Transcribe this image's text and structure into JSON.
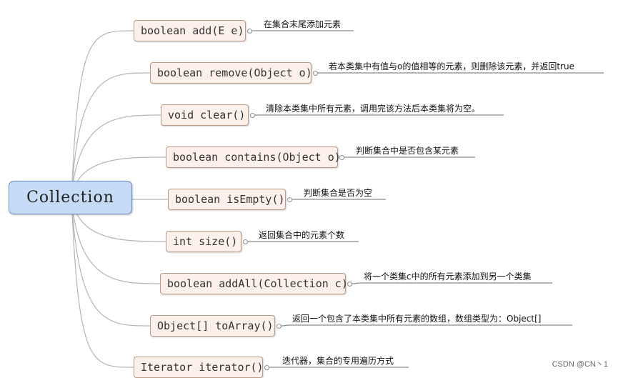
{
  "root": {
    "label": "Collection"
  },
  "methods": [
    {
      "signature": "boolean add(E e)",
      "description": "在集合末尾添加元素"
    },
    {
      "signature": "boolean remove(Object o)",
      "description": "若本类集中有值与o的值相等的元素，则删除该元素，并返回true"
    },
    {
      "signature": "void clear()",
      "description": "清除本类集中所有元素，调用完该方法后本类集将为空。"
    },
    {
      "signature": "boolean contains(Object o)",
      "description": "判断集合中是否包含某元素"
    },
    {
      "signature": "boolean isEmpty()",
      "description": "判断集合是否为空"
    },
    {
      "signature": "int size()",
      "description": "返回集合中的元素个数"
    },
    {
      "signature": "boolean addAll(Collection c)",
      "description": "将一个类集c中的所有元素添加到另一个类集"
    },
    {
      "signature": "Object[] toArray()",
      "description": "返回一个包含了本类集中所有元素的数组，数组类型为：Object[]"
    },
    {
      "signature": "Iterator iterator()",
      "description": "迭代器，集合的专用遍历方式"
    }
  ],
  "watermark": "CSDN @CN丶1"
}
